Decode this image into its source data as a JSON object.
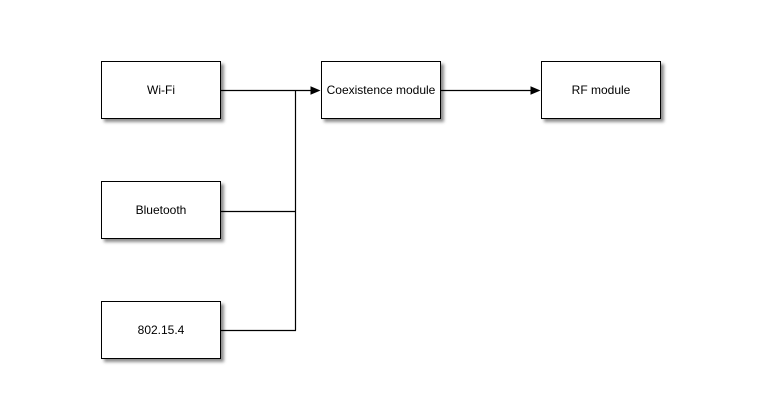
{
  "diagram": {
    "background_color": "#ffffff",
    "block_fill_color": "#ffffff",
    "block_border_color": "#000000",
    "line_color": "#000000",
    "blocks": {
      "wifi": {
        "label": "Wi-Fi"
      },
      "bluetooth": {
        "label": "Bluetooth"
      },
      "zigbee": {
        "label": "802.15.4"
      },
      "coexistence": {
        "label": "Coexistence module"
      },
      "rf": {
        "label": "RF module"
      }
    },
    "connections": [
      {
        "from": "Wi-Fi",
        "to": "Coexistence module",
        "arrow": true
      },
      {
        "from": "Bluetooth",
        "to": "Coexistence module",
        "arrow": false
      },
      {
        "from": "802.15.4",
        "to": "Coexistence module",
        "arrow": false
      },
      {
        "from": "Coexistence module",
        "to": "RF module",
        "arrow": true
      }
    ]
  }
}
